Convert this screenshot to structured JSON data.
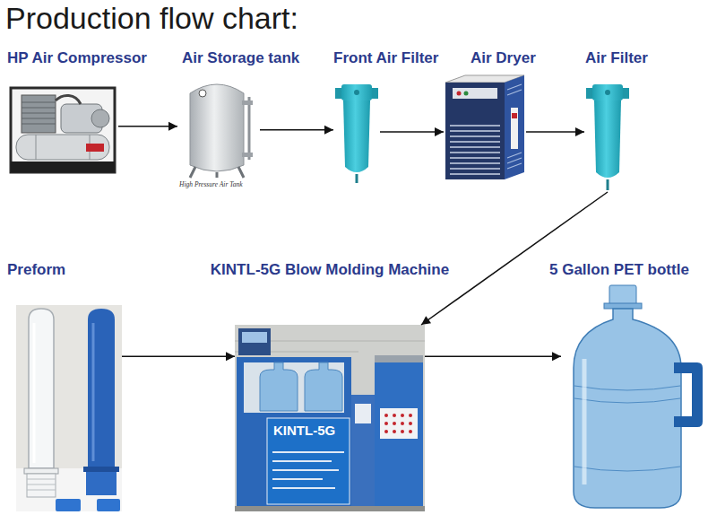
{
  "diagram": {
    "title": "Production flow chart:",
    "nodes": [
      {
        "text": [
          "HP Air Compressor"
        ]
      },
      {
        "text": [
          "Air Storage tank"
        ]
      },
      {
        "text": [
          "Front Air Filter"
        ]
      },
      {
        "text": [
          "Air Dryer"
        ]
      },
      {
        "text": [
          "Air Filter"
        ]
      },
      {
        "text": [
          "Preform"
        ]
      },
      {
        "text": [
          "KINTL-5G Blow Molding Machine"
        ]
      },
      {
        "text": [
          "5 Gallon PET bottle"
        ]
      }
    ],
    "edges": [
      {
        "from": 0,
        "to": 1,
        "arrow": "to"
      },
      {
        "from": 1,
        "to": 2,
        "arrow": "to"
      },
      {
        "from": 2,
        "to": 3,
        "arrow": "to"
      },
      {
        "from": 3,
        "to": 4,
        "arrow": "to"
      },
      {
        "from": 4,
        "to": 6,
        "arrow": "to"
      },
      {
        "from": 5,
        "to": 6,
        "arrow": "to"
      },
      {
        "from": 6,
        "to": 7,
        "arrow": "to"
      }
    ],
    "labels": [
      "High Pressure Air Tank",
      "KINTL-5G"
    ]
  }
}
